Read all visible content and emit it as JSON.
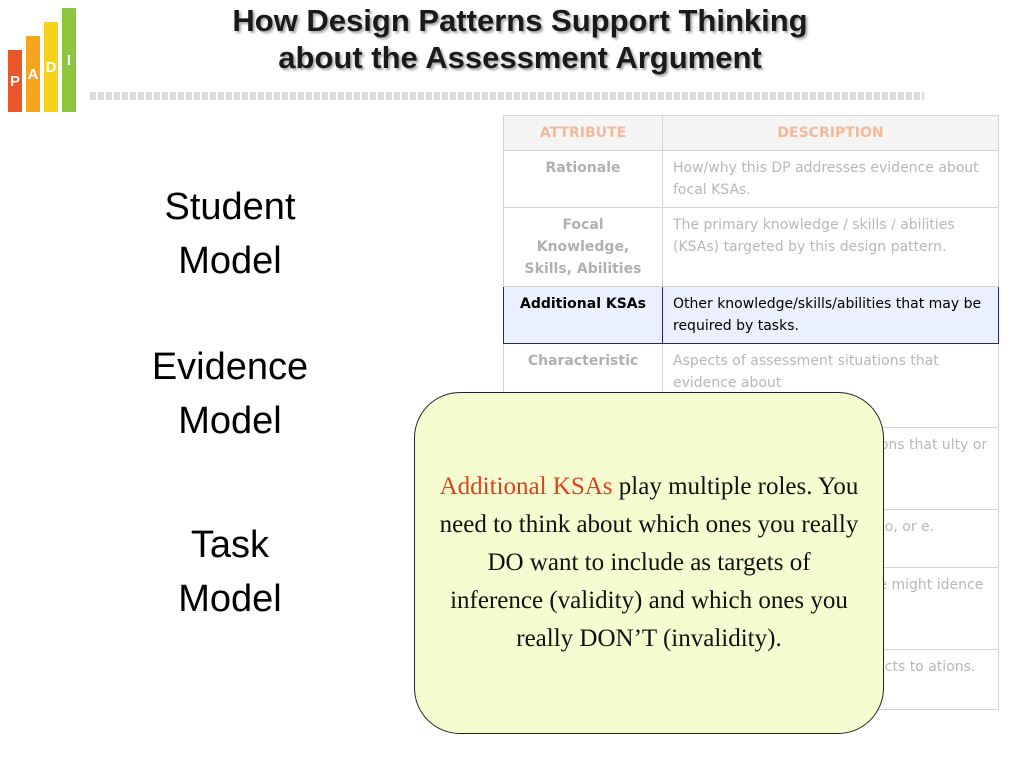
{
  "logo": {
    "letters": [
      "P",
      "A",
      "D",
      "I"
    ],
    "colors": [
      "#e8562a",
      "#f6a51f",
      "#f6d21c",
      "#8cc63f"
    ]
  },
  "slide": {
    "title_line1": "How Design Patterns Support Thinking",
    "title_line2": "about the Assessment Argument"
  },
  "models": [
    {
      "line1": "Student",
      "line2": "Model"
    },
    {
      "line1": "Evidence",
      "line2": "Model"
    },
    {
      "line1": "Task",
      "line2": "Model"
    }
  ],
  "table": {
    "header_attribute": "ATTRIBUTE",
    "header_description": "DESCRIPTION",
    "rows": [
      {
        "attribute": "Rationale",
        "description": "How/why this DP addresses evidence about focal KSAs."
      },
      {
        "attribute": "Focal Knowledge, Skills, Abilities",
        "description": "The primary knowledge / skills / abilities (KSAs) targeted by this design pattern."
      },
      {
        "attribute": "Additional KSAs",
        "description": "Other knowledge/skills/abilities that may be required by tasks."
      },
      {
        "attribute": "Characteristic",
        "description": "Aspects of assessment situations that evidence about"
      },
      {
        "attribute": "",
        "description": "uations that ulty or"
      },
      {
        "attribute": "",
        "description": ", do, or e."
      },
      {
        "attribute": "",
        "description": "we might idence"
      },
      {
        "attribute": "",
        "description": "roducts to ations."
      }
    ]
  },
  "callout": {
    "highlight": "Additional KSAs",
    "body": " play multiple roles.  You need to think about which ones you really DO want to include as targets of inference (validity) and which ones you really DON’T (invalidity)."
  }
}
